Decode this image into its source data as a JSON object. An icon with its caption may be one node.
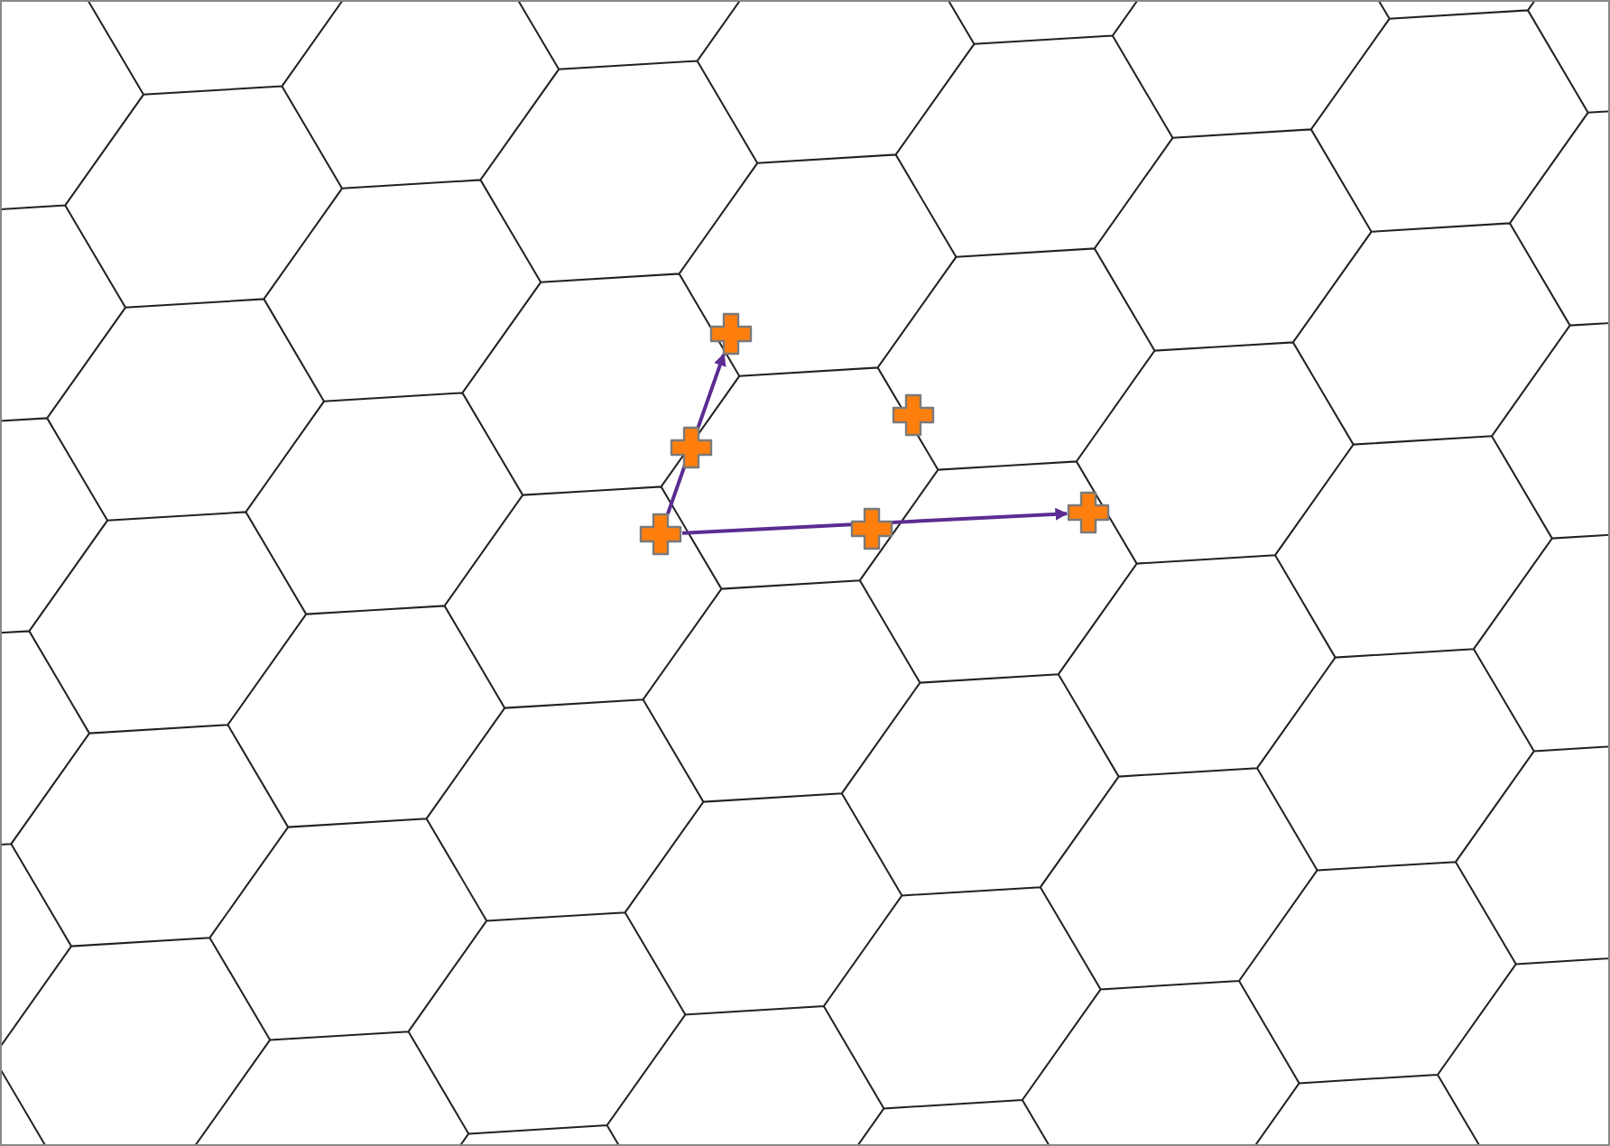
{
  "diagram": {
    "nodes": [
      {
        "text": [],
        "shape": "cross"
      },
      {
        "text": [],
        "shape": "cross"
      },
      {
        "text": [],
        "shape": "cross"
      },
      {
        "text": [],
        "shape": "cross"
      },
      {
        "text": [],
        "shape": "cross"
      },
      {
        "text": [],
        "shape": "cross"
      }
    ],
    "edges": [
      {
        "from": 3,
        "to": 0,
        "arrow": "to"
      },
      {
        "from": 3,
        "to": 5,
        "arrow": "to"
      }
    ]
  }
}
